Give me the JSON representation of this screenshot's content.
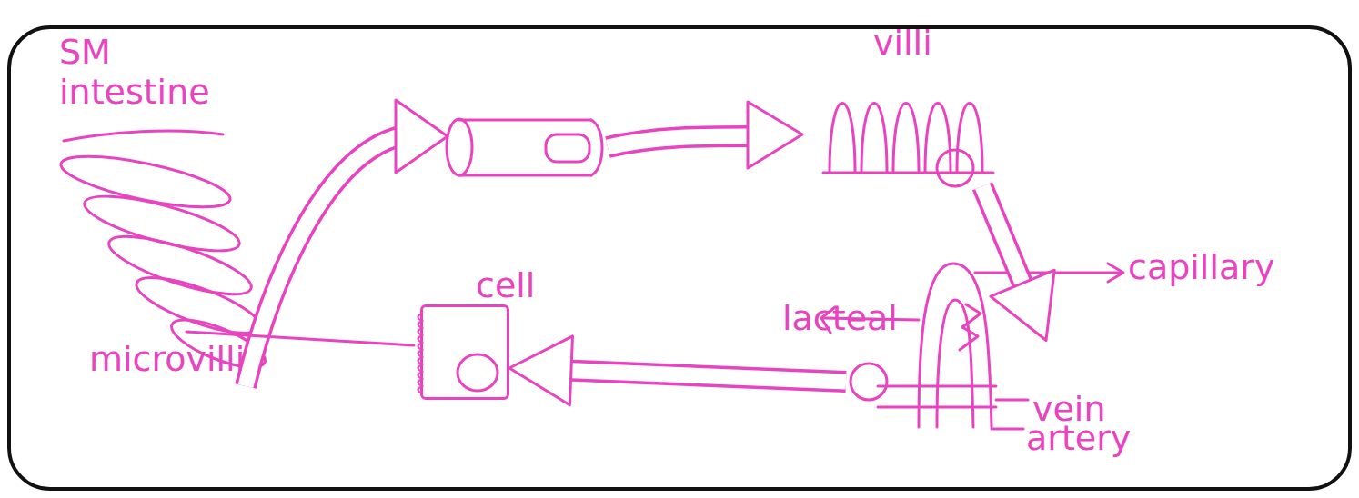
{
  "diagram": {
    "nodes": [
      {
        "text": [
          "SM intestine"
        ]
      },
      {
        "text": [
          "villi"
        ]
      },
      {
        "text": [
          "cell",
          "microvilli"
        ]
      },
      {
        "text": [
          "lacteal",
          "capillary",
          "vein",
          "artery"
        ]
      }
    ],
    "edges": [
      {
        "from": 1,
        "to": 3,
        "arrow": "to"
      },
      {
        "from": 3,
        "to": 2,
        "arrow": "to"
      }
    ]
  }
}
